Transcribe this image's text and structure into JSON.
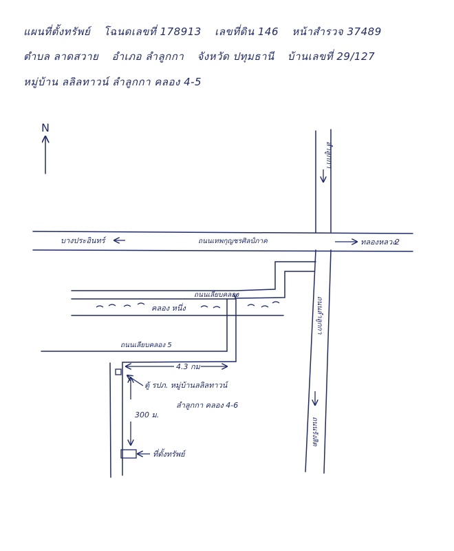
{
  "header": {
    "title": "แผนที่ตั้งทรัพย์",
    "deed_label": "โฉนดเลขที่",
    "deed_no": "178913",
    "land_label": "เลขที่ดิน",
    "land_no": "146",
    "survey_label": "หน้าสำรวจ",
    "survey_no": "37489",
    "subdistrict_label": "ตำบล",
    "subdistrict": "ลาดสวาย",
    "district_label": "อำเภอ",
    "district": "ลำลูกกา",
    "province_label": "จังหวัด",
    "province": "ปทุมธานี",
    "house_label": "บ้านเลขที่",
    "house_no": "29/127",
    "village_label": "หมู่บ้าน",
    "village": "ลลิลทาวน์ ลำลูกกา คลอง 4-5"
  },
  "map": {
    "north": "N",
    "road_north": "ลำลูกกา",
    "road_left": "บางประอินทร์",
    "main_road": "ถนนเทพกุญชรศิลป์ภาค",
    "road_right": "ทลองหลวง",
    "right_road_number": "2",
    "canal_road": "ถนนเลียบคลอง",
    "canal": "คลอง หนึ่ง",
    "canal_road_5": "ถนนเลียบคลอง 5",
    "distance_1": "4.3 กม",
    "landmark_1": "ตู้ รปภ. หมู่บ้านลลิลทาวน์",
    "landmark_2": "ลำลูกกา คลอง 4-6",
    "distance_2": "300 ม.",
    "property": "ที่ตั้งทรัพย์",
    "road_south_upper": "ถนนลำลูกกา",
    "road_south_lower": "ถนนรังสิต"
  },
  "colors": {
    "ink": "#1f2a6b",
    "paper": "#ffffff"
  }
}
